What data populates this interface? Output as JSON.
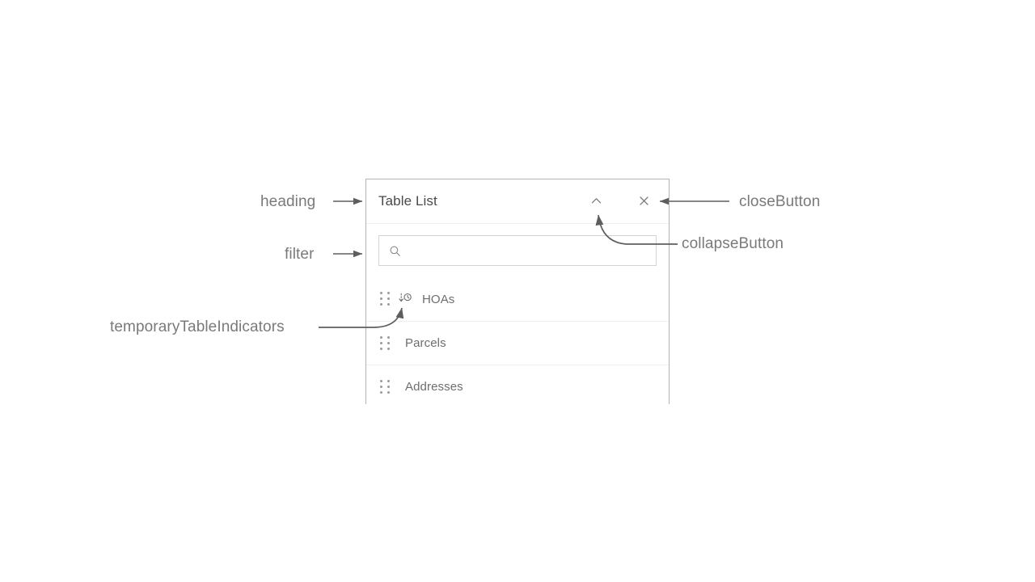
{
  "annotations": [
    {
      "id": "heading",
      "text": "heading"
    },
    {
      "id": "filter",
      "text": "filter"
    },
    {
      "id": "temp",
      "text": "temporaryTableIndicators"
    },
    {
      "id": "close",
      "text": "closeButton"
    },
    {
      "id": "collapse",
      "text": "collapseButton"
    }
  ],
  "panel": {
    "header": {
      "title": "Table List",
      "collapse_icon": "chevron-up-icon",
      "close_icon": "close-icon"
    },
    "filter": {
      "icon": "search-icon",
      "value": "",
      "placeholder": ""
    },
    "items": [
      {
        "label": "HOAs",
        "drag_icon": "drag-handle-icon",
        "indicator_icon": "temporary-table-icon",
        "has_indicator": true
      },
      {
        "label": "Parcels",
        "drag_icon": "drag-handle-icon",
        "indicator_icon": "",
        "has_indicator": false
      },
      {
        "label": "Addresses",
        "drag_icon": "drag-handle-icon",
        "indicator_icon": "",
        "has_indicator": false
      }
    ]
  },
  "colors": {
    "panel_border": "#b4b4b4",
    "divider": "#efefef",
    "title_text": "#4a4a4a",
    "item_text": "#6e6e6e",
    "annotation_text": "#7a7a7a",
    "icon": "#7a7a7a",
    "field_border": "#d3d3d3"
  }
}
